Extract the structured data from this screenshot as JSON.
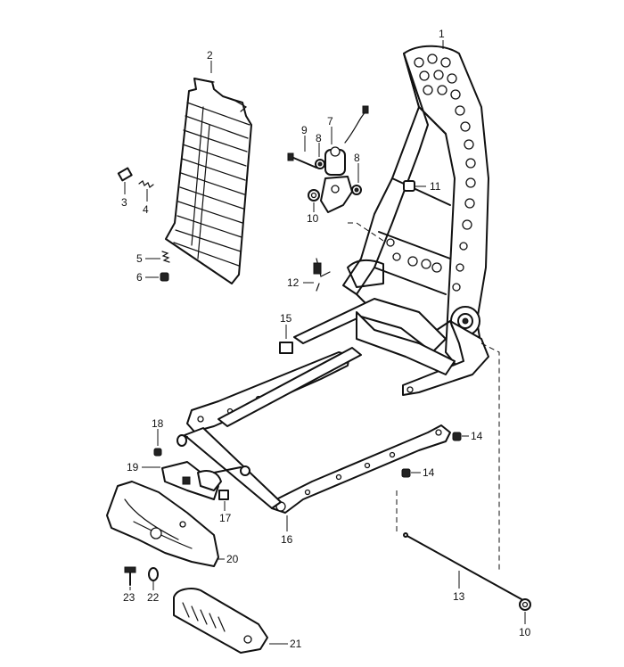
{
  "callouts": [
    {
      "id": "c1",
      "text": "1"
    },
    {
      "id": "c2",
      "text": "2"
    },
    {
      "id": "c3",
      "text": "3"
    },
    {
      "id": "c4",
      "text": "4"
    },
    {
      "id": "c5",
      "text": "5"
    },
    {
      "id": "c6",
      "text": "6"
    },
    {
      "id": "c7",
      "text": "7"
    },
    {
      "id": "c8a",
      "text": "8"
    },
    {
      "id": "c8b",
      "text": "8"
    },
    {
      "id": "c9",
      "text": "9"
    },
    {
      "id": "c10a",
      "text": "10"
    },
    {
      "id": "c10b",
      "text": "10"
    },
    {
      "id": "c11",
      "text": "11"
    },
    {
      "id": "c12",
      "text": "12"
    },
    {
      "id": "c13",
      "text": "13"
    },
    {
      "id": "c14a",
      "text": "14"
    },
    {
      "id": "c14b",
      "text": "14"
    },
    {
      "id": "c15",
      "text": "15"
    },
    {
      "id": "c16",
      "text": "16"
    },
    {
      "id": "c17",
      "text": "17"
    },
    {
      "id": "c18",
      "text": "18"
    },
    {
      "id": "c19",
      "text": "19"
    },
    {
      "id": "c20",
      "text": "20"
    },
    {
      "id": "c21",
      "text": "21"
    },
    {
      "id": "c22",
      "text": "22"
    },
    {
      "id": "c23",
      "text": "23"
    }
  ]
}
